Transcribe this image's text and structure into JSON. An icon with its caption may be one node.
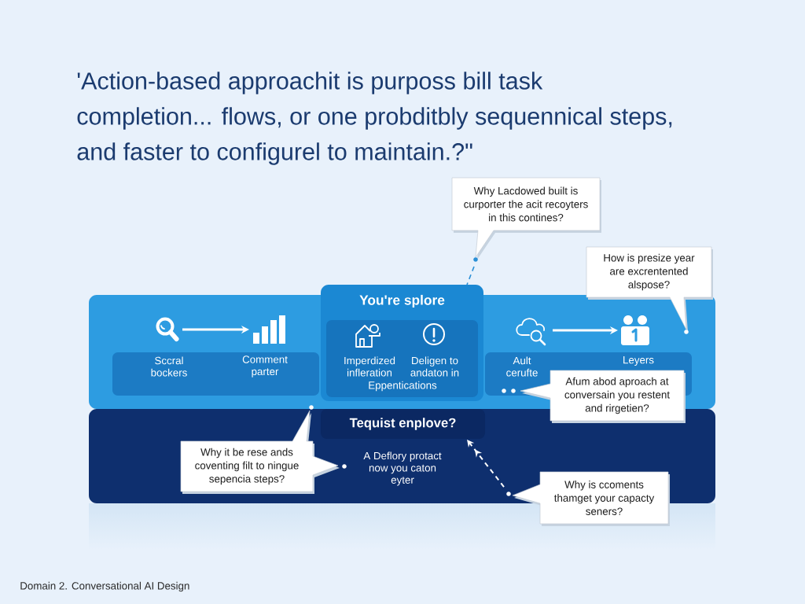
{
  "diagram": {
    "title": "'Action-based approachit is purposs bill task completion... flows, or one probditbly sequennical steps, and faster to configurel to maintain.?\"",
    "caption": "Domain 2. Conversational AI Design",
    "nodes": [
      {
        "text": [
          "Why Lacdowed built is curporter the acit recoyters in this contines?"
        ]
      },
      {
        "text": [
          "How is presize year are excrentented alspose?"
        ]
      },
      {
        "text": [],
        "shape": "box"
      },
      {
        "text": [],
        "shape": "box",
        "in": 2
      },
      {
        "text": [],
        "shape": "picture",
        "in": 2
      },
      {
        "text": [],
        "shape": "picture",
        "in": 2
      },
      {
        "text": [
          "Sccral bockers"
        ],
        "in": 3
      },
      {
        "text": [
          "Comment parter"
        ],
        "in": 3
      },
      {
        "text": [
          "You're splore"
        ]
      },
      {
        "text": [],
        "shape": "box",
        "in": 8
      },
      {
        "text": [],
        "shape": "picture",
        "in": 9
      },
      {
        "text": [],
        "shape": "picture",
        "in": 9
      },
      {
        "text": [
          "Imperdized infleration"
        ],
        "in": 9
      },
      {
        "text": [
          "Deligen to andaton in"
        ],
        "in": 9
      },
      {
        "text": [
          "Eppentications"
        ],
        "in": 9
      },
      {
        "text": [],
        "shape": "box",
        "in": 2
      },
      {
        "text": [],
        "shape": "picture",
        "in": 2
      },
      {
        "text": [],
        "shape": "picture",
        "in": 2
      },
      {
        "text": [
          "Ault cerufte"
        ],
        "in": 15
      },
      {
        "text": [
          "Leyers"
        ],
        "in": 15
      },
      {
        "text": [
          "Afum abod aproach at conversain you restent and rirgetien?"
        ]
      },
      {
        "text": [],
        "shape": "box"
      },
      {
        "text": [
          "Tequist enplove?"
        ],
        "in": 21
      },
      {
        "text": [
          "A Deflory protact now you caton eyter"
        ],
        "in": 21
      },
      {
        "text": [
          "Why it be rese ands coventing filt to ningue sepencia steps?"
        ],
        "in": 21
      },
      {
        "text": [
          "Why is ccoments thamget your capacty seners?"
        ]
      }
    ],
    "edges": [
      {
        "from": 0,
        "to": 8,
        "arrow": "none",
        "style": "dashed",
        "color": "#2a8fd6"
      },
      {
        "from": 4,
        "to": 5,
        "arrow": "to"
      },
      {
        "from": 16,
        "to": 17,
        "arrow": "to"
      },
      {
        "from": 25,
        "to": 22,
        "arrow": "to",
        "style": "dashed"
      }
    ]
  }
}
